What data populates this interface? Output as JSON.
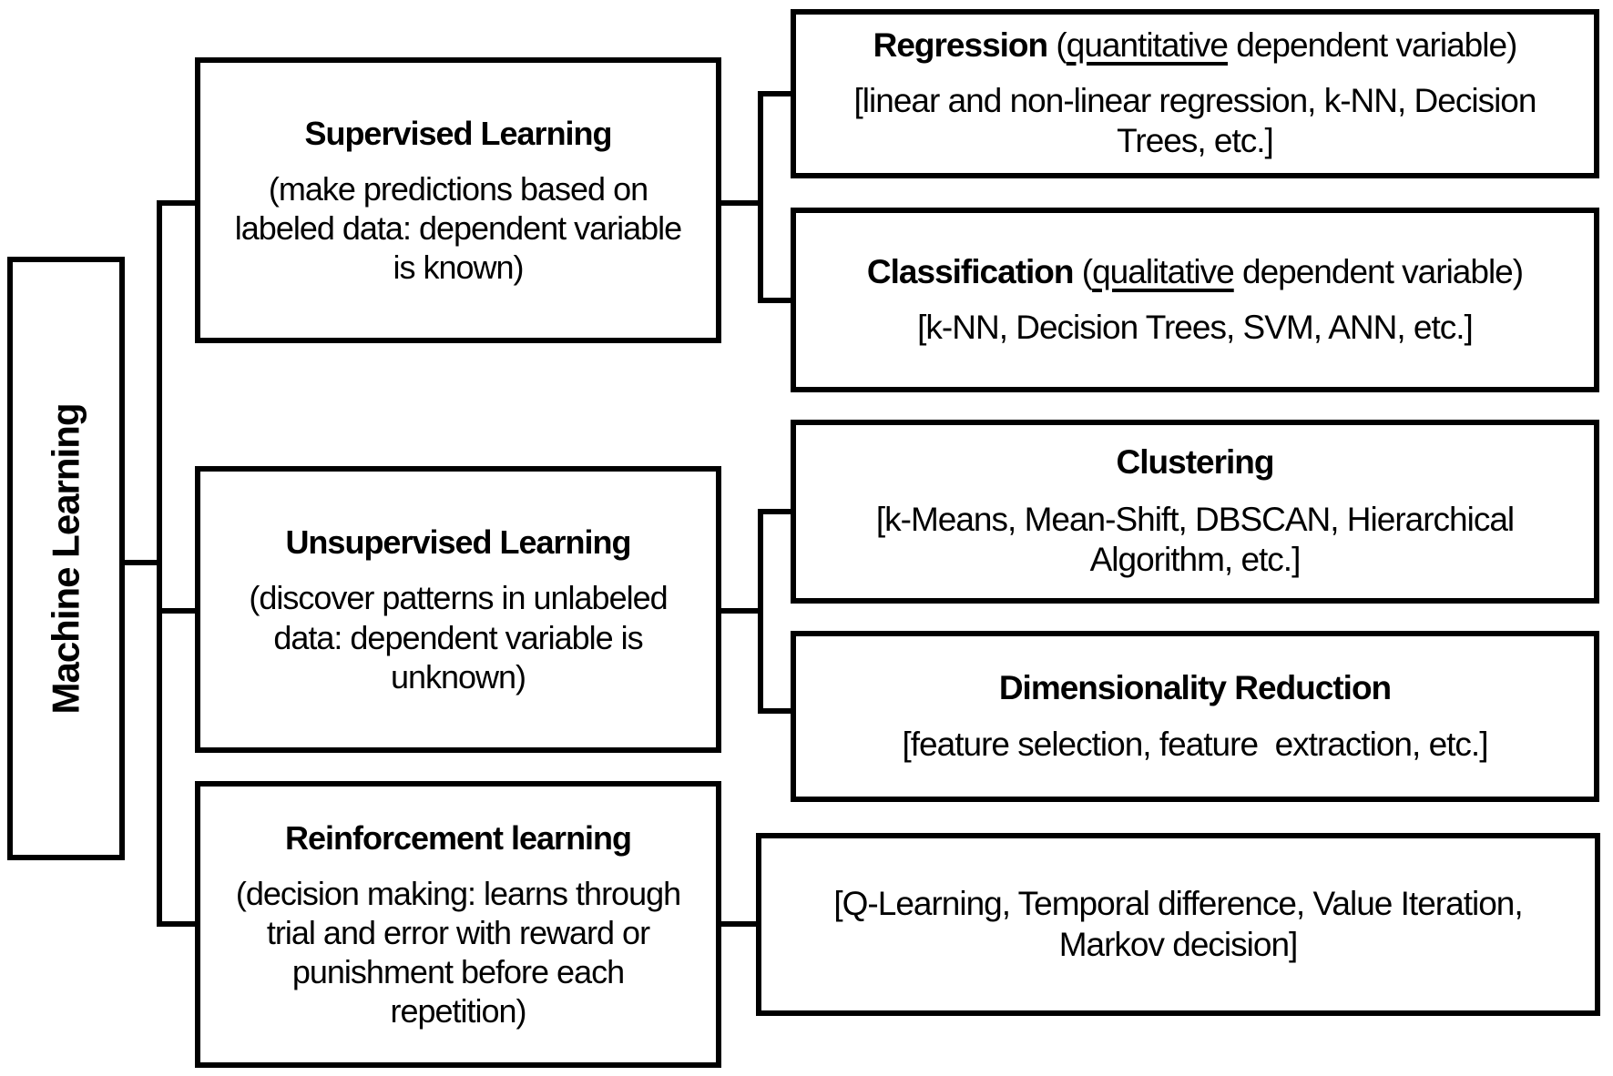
{
  "root": {
    "label": "Machine Learning"
  },
  "categories": {
    "supervised": {
      "title": "Supervised Learning",
      "desc_lines": [
        "(make predictions based on",
        "labeled data: dependent variable",
        "is known)"
      ]
    },
    "unsupervised": {
      "title": "Unsupervised Learning",
      "desc_lines": [
        "(discover patterns in unlabeled",
        "data: dependent variable is",
        "unknown)"
      ]
    },
    "reinforcement": {
      "title": "Reinforcement learning",
      "desc_lines": [
        "(decision making: learns through",
        "trial and error with reward or",
        "punishment before each",
        "repetition)"
      ]
    }
  },
  "methods": {
    "regression": {
      "title_bold": "Regression",
      "title_pre": " (",
      "title_underlined": "quantitative",
      "title_post": " dependent variable)",
      "lines": [
        "[linear and non-linear regression, k-NN, Decision",
        "Trees, etc.]"
      ]
    },
    "classification": {
      "title_bold": "Classification",
      "title_pre": " (",
      "title_underlined": "qualitative",
      "title_post": " dependent variable)",
      "lines": [
        "[k-NN, Decision Trees, SVM, ANN, etc.]"
      ]
    },
    "clustering": {
      "title": "Clustering",
      "lines": [
        "[k-Means, Mean-Shift, DBSCAN, Hierarchical",
        "Algorithm, etc.]"
      ]
    },
    "dimensionality_reduction": {
      "title": "Dimensionality Reduction",
      "lines": [
        "[feature selection, feature  extraction, etc.]"
      ]
    },
    "reinforcement_methods": {
      "lines": [
        "[Q-Learning, Temporal difference, Value Iteration,",
        "Markov decision]"
      ]
    }
  },
  "colors": {
    "background": "#ffffff",
    "line": "#000000",
    "text": "#000000"
  }
}
